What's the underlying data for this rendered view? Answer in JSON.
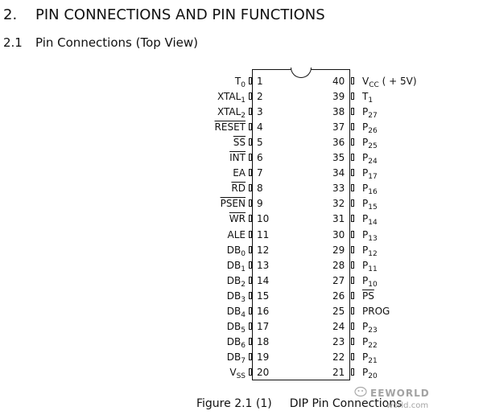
{
  "section": {
    "number": "2.",
    "title": "PIN CONNECTIONS AND PIN FUNCTIONS"
  },
  "subsection": {
    "number": "2.1",
    "title": "Pin Connections (Top View)"
  },
  "left_pins": [
    {
      "num": "1",
      "name": "T",
      "sub": "0",
      "bar": false
    },
    {
      "num": "2",
      "name": "XTAL",
      "sub": "1",
      "bar": false
    },
    {
      "num": "3",
      "name": "XTAL",
      "sub": "2",
      "bar": false
    },
    {
      "num": "4",
      "name": "RESET",
      "sub": "",
      "bar": true
    },
    {
      "num": "5",
      "name": "SS",
      "sub": "",
      "bar": true
    },
    {
      "num": "6",
      "name": "INT",
      "sub": "",
      "bar": true
    },
    {
      "num": "7",
      "name": "EA",
      "sub": "",
      "bar": false
    },
    {
      "num": "8",
      "name": "RD",
      "sub": "",
      "bar": true
    },
    {
      "num": "9",
      "name": "PSEN",
      "sub": "",
      "bar": true
    },
    {
      "num": "10",
      "name": "WR",
      "sub": "",
      "bar": true
    },
    {
      "num": "11",
      "name": "ALE",
      "sub": "",
      "bar": false
    },
    {
      "num": "12",
      "name": "DB",
      "sub": "0",
      "bar": false
    },
    {
      "num": "13",
      "name": "DB",
      "sub": "1",
      "bar": false
    },
    {
      "num": "14",
      "name": "DB",
      "sub": "2",
      "bar": false
    },
    {
      "num": "15",
      "name": "DB",
      "sub": "3",
      "bar": false
    },
    {
      "num": "16",
      "name": "DB",
      "sub": "4",
      "bar": false
    },
    {
      "num": "17",
      "name": "DB",
      "sub": "5",
      "bar": false
    },
    {
      "num": "18",
      "name": "DB",
      "sub": "6",
      "bar": false
    },
    {
      "num": "19",
      "name": "DB",
      "sub": "7",
      "bar": false
    },
    {
      "num": "20",
      "name": "V",
      "sub": "SS",
      "bar": false
    }
  ],
  "right_pins": [
    {
      "num": "40",
      "name": "V",
      "sub": "CC",
      "suffix": " ( + 5V)",
      "bar": false
    },
    {
      "num": "39",
      "name": "T",
      "sub": "1",
      "suffix": "",
      "bar": false
    },
    {
      "num": "38",
      "name": "P",
      "sub": "27",
      "suffix": "",
      "bar": false
    },
    {
      "num": "37",
      "name": "P",
      "sub": "26",
      "suffix": "",
      "bar": false
    },
    {
      "num": "36",
      "name": "P",
      "sub": "25",
      "suffix": "",
      "bar": false
    },
    {
      "num": "35",
      "name": "P",
      "sub": "24",
      "suffix": "",
      "bar": false
    },
    {
      "num": "34",
      "name": "P",
      "sub": "17",
      "suffix": "",
      "bar": false
    },
    {
      "num": "33",
      "name": "P",
      "sub": "16",
      "suffix": "",
      "bar": false
    },
    {
      "num": "32",
      "name": "P",
      "sub": "15",
      "suffix": "",
      "bar": false
    },
    {
      "num": "31",
      "name": "P",
      "sub": "14",
      "suffix": "",
      "bar": false
    },
    {
      "num": "30",
      "name": "P",
      "sub": "13",
      "suffix": "",
      "bar": false
    },
    {
      "num": "29",
      "name": "P",
      "sub": "12",
      "suffix": "",
      "bar": false
    },
    {
      "num": "28",
      "name": "P",
      "sub": "11",
      "suffix": "",
      "bar": false
    },
    {
      "num": "27",
      "name": "P",
      "sub": "10",
      "suffix": "",
      "bar": false
    },
    {
      "num": "26",
      "name": "PS",
      "sub": "",
      "suffix": "",
      "bar": true
    },
    {
      "num": "25",
      "name": "PROG",
      "sub": "",
      "suffix": "",
      "bar": false
    },
    {
      "num": "24",
      "name": "P",
      "sub": "23",
      "suffix": "",
      "bar": false
    },
    {
      "num": "23",
      "name": "P",
      "sub": "22",
      "suffix": "",
      "bar": false
    },
    {
      "num": "22",
      "name": "P",
      "sub": "21",
      "suffix": "",
      "bar": false
    },
    {
      "num": "21",
      "name": "P",
      "sub": "20",
      "suffix": "",
      "bar": false
    }
  ],
  "caption": {
    "figure": "Figure 2.1 (1)",
    "title": "DIP Pin Connections"
  },
  "watermark": {
    "text": "EEWORLD",
    "url": "world.com"
  }
}
